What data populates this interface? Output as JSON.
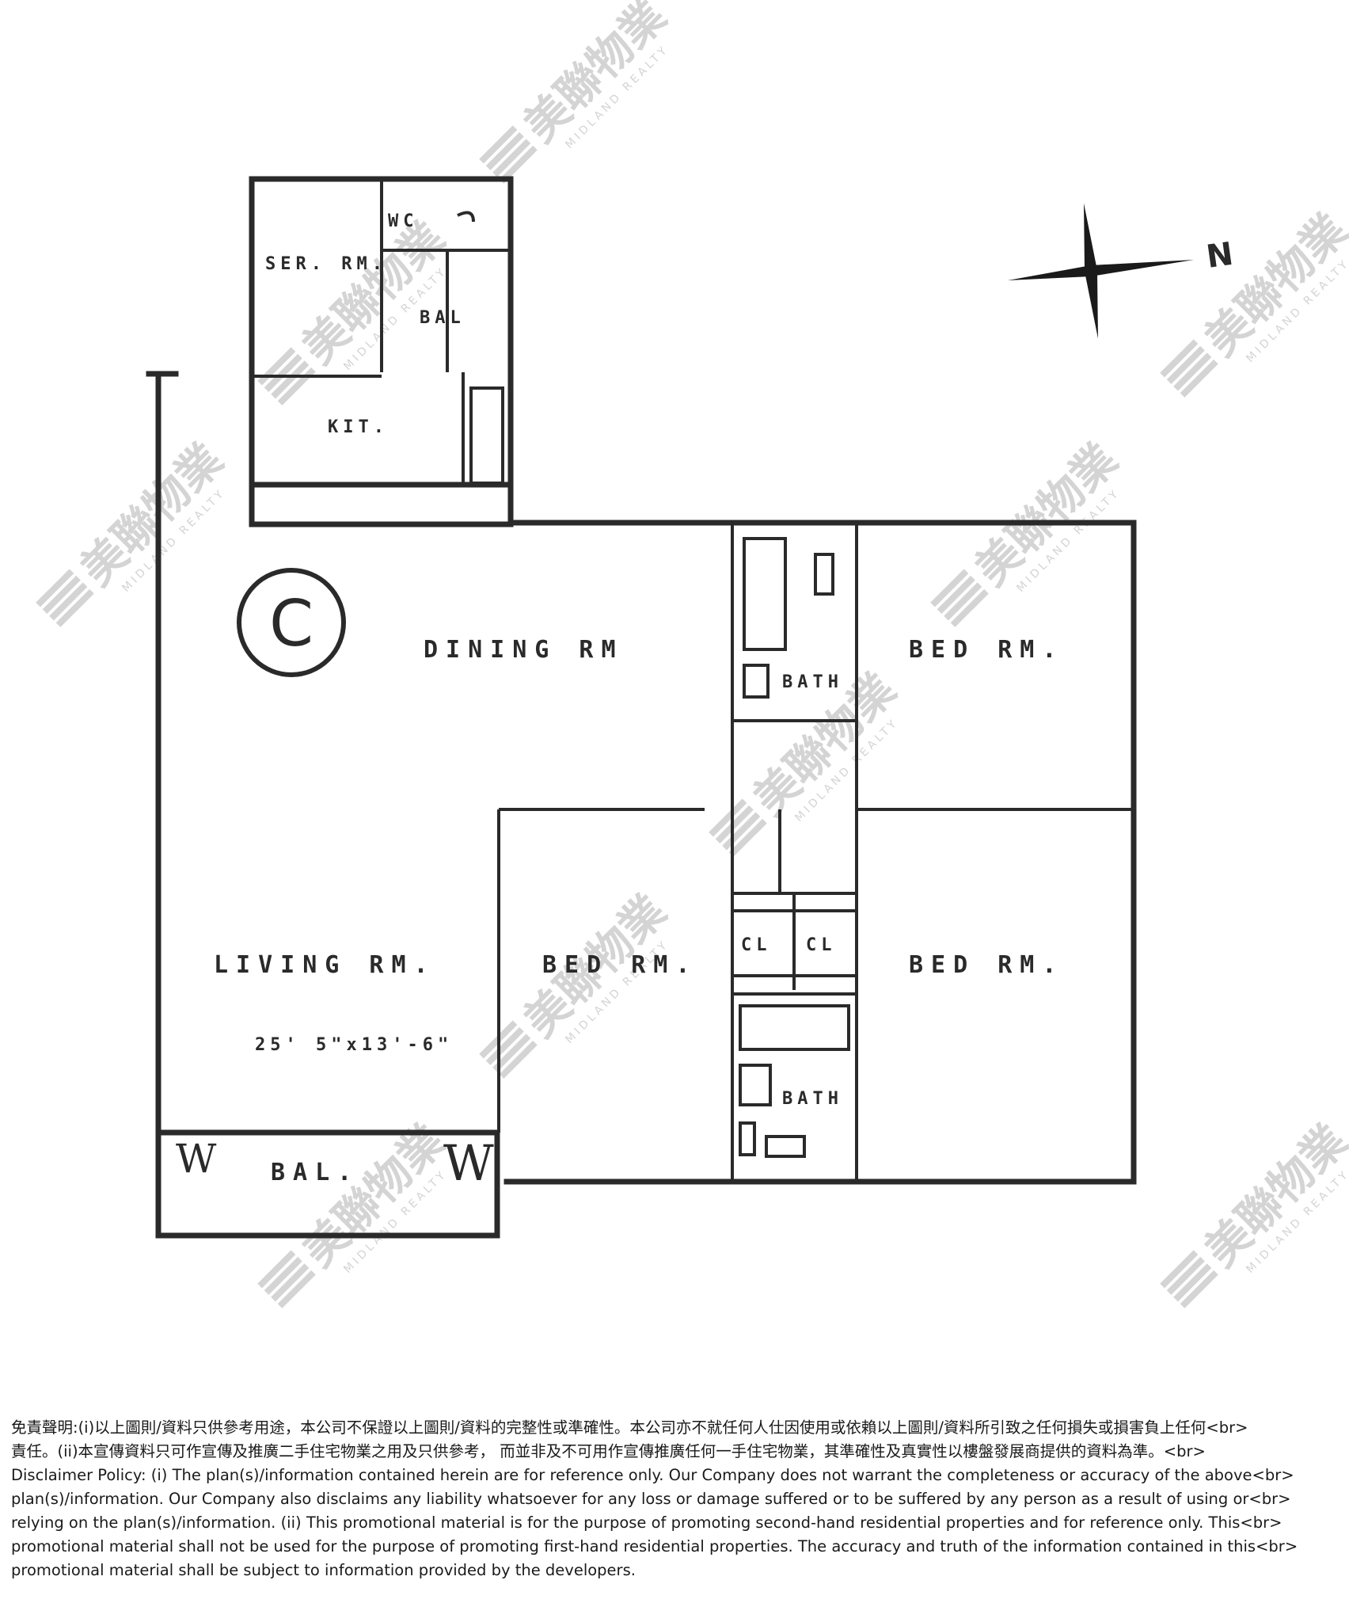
{
  "plan": {
    "rooms": {
      "wc": "WC",
      "servant": "SER. RM.",
      "bal_top": "BAL",
      "kitchen": "KIT.",
      "dining": "DINING RM",
      "bath_top": "BATH",
      "bed_top_right": "BED RM.",
      "living": "LIVING RM.",
      "living_dims": "25' 5\"x13'-6\"",
      "bed_middle": "BED RM.",
      "closet_left": "CL",
      "closet_right": "CL",
      "bed_right": "BED RM.",
      "bath_bottom": "BATH",
      "bal_bottom": "BAL."
    },
    "unit_mark": "C",
    "north": "N",
    "window_marks": [
      "W",
      "W"
    ]
  },
  "watermark": {
    "brand_cn": "美聯物業",
    "brand_en": "MIDLAND REALTY"
  },
  "disclaimer": {
    "lines": [
      "免責聲明:(i)以上圖則/資料只供參考用途，本公司不保證以上圖則/資料的完整性或準確性。本公司亦不就任何人仕因使用或依賴以上圖則/資料所引致之任何損失或損害負上任何<br>",
      "責任。(ii)本宣傳資料只可作宣傳及推廣二手住宅物業之用及只供參考， 而並非及不可用作宣傳推廣任何一手住宅物業，其準確性及真實性以樓盤發展商提供的資料為準。<br>",
      "Disclaimer Policy: (i) The plan(s)/information contained herein are for reference only. Our Company does not warrant the completeness or accuracy of the above<br>",
      "plan(s)/information. Our Company also disclaims any liability whatsoever for any loss or damage suffered or to be suffered by any person as a result of using or<br>",
      "relying on the plan(s)/information. (ii) This promotional material is for the purpose of promoting second-hand residential properties and for reference only. This<br>",
      "promotional material shall not be used for the purpose of promoting first-hand residential properties. The accuracy and truth of the information contained in this<br>",
      "promotional material shall be subject to information provided by the developers."
    ]
  }
}
